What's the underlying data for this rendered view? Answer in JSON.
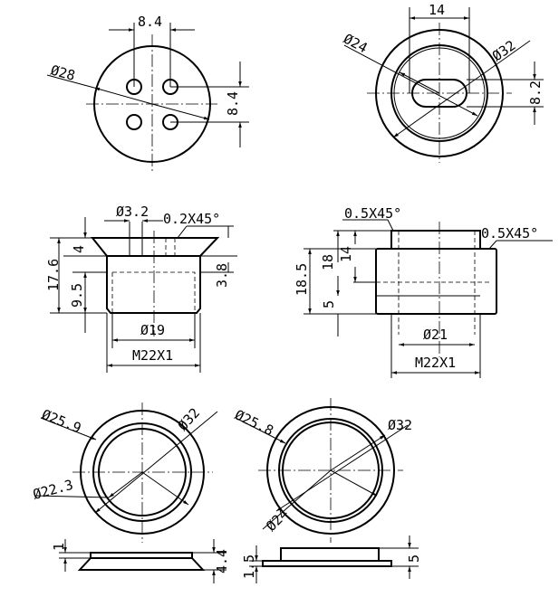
{
  "drawing": {
    "top_left_view": {
      "hole_spacing_horizontal": "8.4",
      "diameter": "Ø28",
      "hole_spacing_vertical": "8.4"
    },
    "top_right_view": {
      "slot_width": "14",
      "inner_diameter": "Ø24",
      "outer_diameter": "Ø32",
      "slot_height": "8.2"
    },
    "middle_left_view": {
      "hole_diameter": "Ø3.2",
      "chamfer": "0.2X45°",
      "flange_height": "4",
      "total_height": "17.6",
      "body_height": "9.5",
      "thread_depth": "3.8",
      "inner_diameter": "Ø19",
      "thread": "M22X1"
    },
    "middle_right_view": {
      "chamfer_top": "0.5X45°",
      "chamfer_side": "0.5X45°",
      "total_height": "18.5",
      "height_18": "18",
      "height_14": "14",
      "height_5": "5",
      "inner_diameter": "Ø21",
      "thread": "M22X1"
    },
    "bottom_left_view": {
      "diameter_mid": "Ø25.9",
      "diameter_outer": "Ø32",
      "diameter_inner": "Ø22.3",
      "thickness": "1",
      "height": "4.4"
    },
    "bottom_right_view": {
      "diameter_mid": "Ø25.8",
      "diameter_outer": "Ø32",
      "diameter_inner": "Ø24",
      "base_thickness": "1.5",
      "height": "5"
    }
  }
}
